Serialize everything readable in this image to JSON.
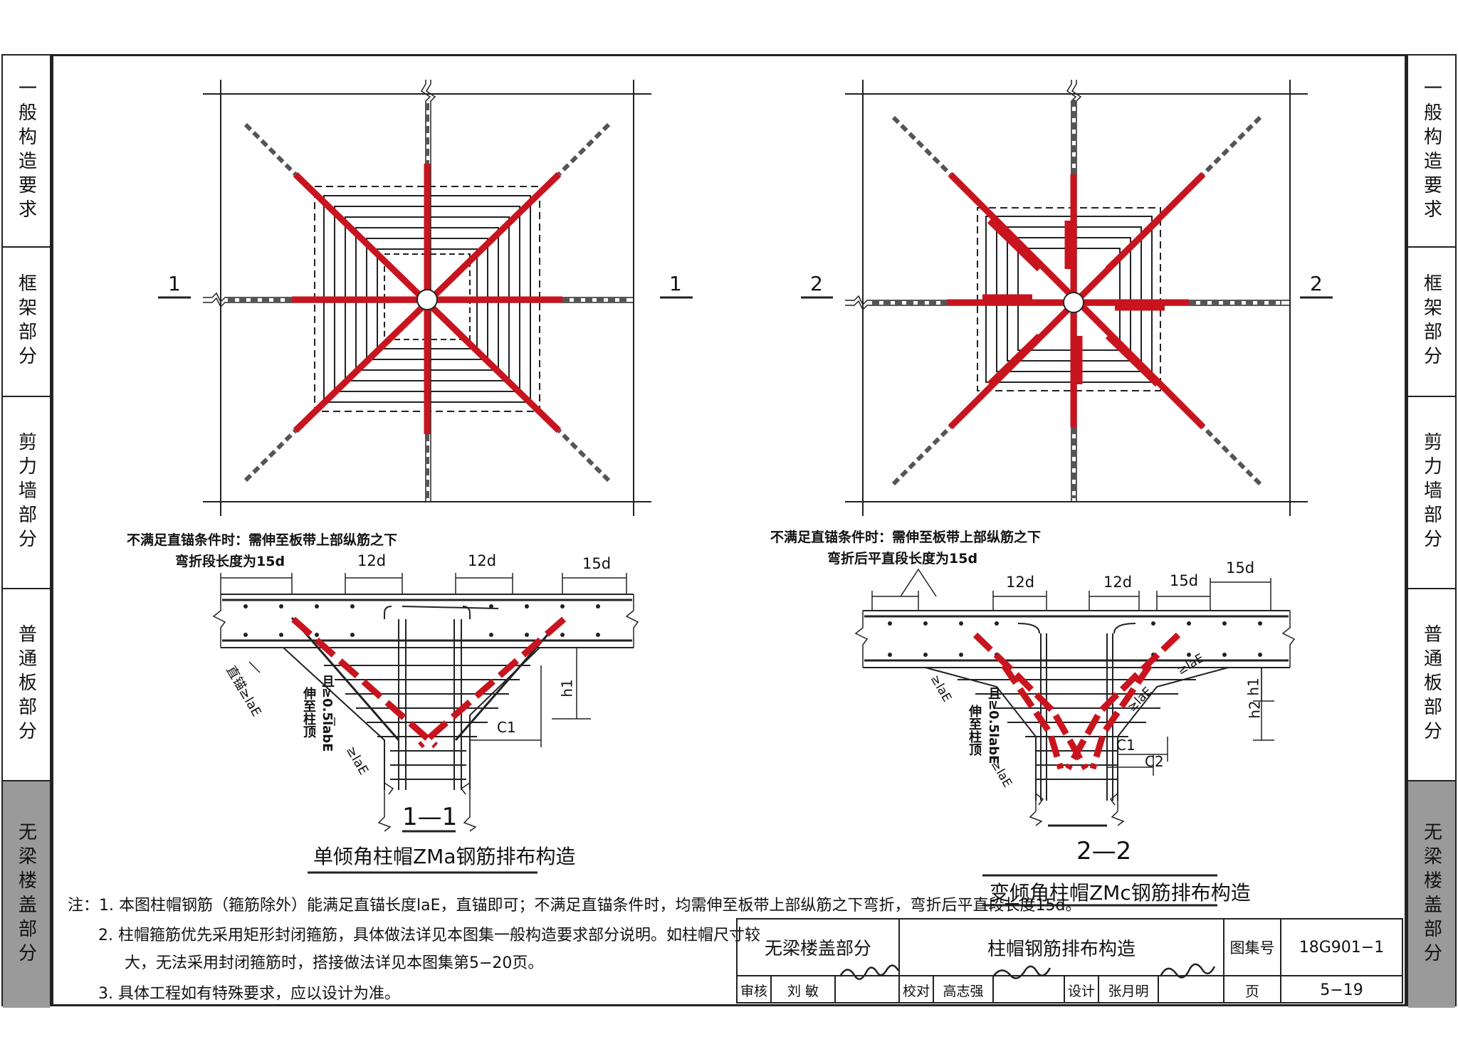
{
  "sidebar": {
    "sections": [
      {
        "label": "一般构造要求"
      },
      {
        "label": "框架部分"
      },
      {
        "label": "剪力墙部分"
      },
      {
        "label": "普通板部分"
      },
      {
        "label": "无梁楼盖部分"
      }
    ]
  },
  "plan_left": {
    "cut_label_left": "1",
    "cut_label_right": "1"
  },
  "plan_right": {
    "cut_label_left": "2",
    "cut_label_right": "2"
  },
  "section_left": {
    "note_line1": "不满足直锚条件时：需伸至板带上部纵筋之下",
    "note_line2": "弯折段长度为15d",
    "dim_12d_a": "12d",
    "dim_12d_b": "12d",
    "dim_15d": "15d",
    "anchor_label": "直锚≥laE",
    "extend_label_1": "伸至柱顶",
    "extend_label_2": "且≥0.5labE",
    "bottom_anchor": "≥laE",
    "h1": "h1",
    "c1": "C1",
    "section_title": "1—1",
    "caption": "单倾角柱帽ZMa钢筋排布构造"
  },
  "section_right": {
    "note_line1": "不满足直锚条件时：需伸至板带上部纵筋之下",
    "note_line2": "弯折后平直段长度为15d",
    "dim_12d_a": "12d",
    "dim_12d_b": "12d",
    "dim_15d_a": "15d",
    "dim_15d_b": "15d",
    "anchor_1": "≥laE",
    "anchor_2": "≥laE",
    "anchor_3": "≥laE",
    "anchor_4": "≥laE",
    "extend_label_1": "伸至柱顶",
    "extend_label_2": "且≥0.5labE",
    "h1": "h1",
    "h2": "h2",
    "c1": "C1",
    "c2": "C2",
    "section_title": "2—2",
    "caption": "变倾角柱帽ZMc钢筋排布构造"
  },
  "notes": {
    "n1": "注：1. 本图柱帽钢筋（箍筋除外）能满足直锚长度laE，直锚即可；不满足直锚条件时，均需伸至板带上部纵筋之下弯折，弯折后平直段长度15d。",
    "n2a": "2. 柱帽箍筋优先采用矩形封闭箍筋，具体做法详见本图集一般构造要求部分说明。如柱帽尺寸较",
    "n2b": "大，无法采用封闭箍筋时，搭接做法详见本图集第5−20页。",
    "n3": "3. 具体工程如有特殊要求，应以设计为准。"
  },
  "title_block": {
    "section": "无梁楼盖部分",
    "drawing_title": "柱帽钢筋排布构造",
    "atlas_label": "图集号",
    "atlas_no": "18G901−1",
    "review_label": "审核",
    "reviewer": "刘 敏",
    "reviewer_sig": "刘敏",
    "check_label": "校对",
    "checker": "高志强",
    "checker_sig": "高志强",
    "design_label": "设计",
    "designer": "张月明",
    "designer_sig": "张月明",
    "page_label": "页",
    "page_no": "5−19"
  },
  "colors": {
    "rebar_red": "#c8141e",
    "line": "#222222",
    "active_tab": "#9a9a9a"
  }
}
